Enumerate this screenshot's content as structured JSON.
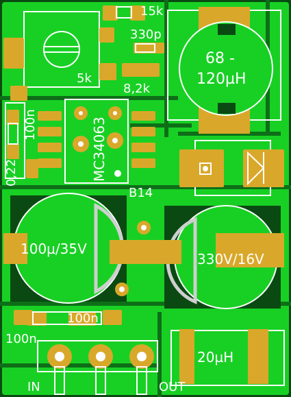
{
  "board": {
    "colors": {
      "copper": "#18d024",
      "copper_dark": "#128a1a",
      "substrate": "#0a4a12",
      "pad": "#d9a82a",
      "silk": "#ffffff",
      "silk_grey": "#cfcfcf"
    }
  },
  "labels": {
    "r_15k": "15k",
    "c_330p": "330p",
    "trimmer_5k": "5k",
    "r_8k2": "8,2k",
    "c_100n_left": "100n",
    "r_022": "0,22",
    "ic_part": "MC34063",
    "diode": "B14",
    "inductor_main_top": "68 -",
    "inductor_main_bottom": "120µH",
    "cap_in": "100µ/35V",
    "cap_out": "330V/16V",
    "c_100n_mid": "100n",
    "c_100n_bottom": "100n",
    "inductor_filter": "20µH",
    "conn_in": "IN",
    "conn_out": "OUT"
  }
}
